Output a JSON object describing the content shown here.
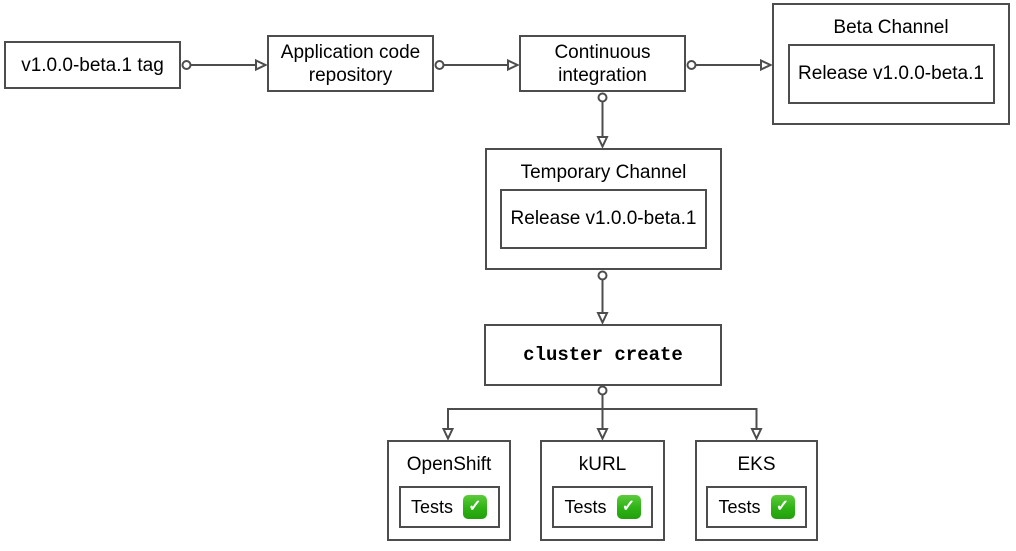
{
  "canvas": {
    "background_color": "#ffffff",
    "stroke_color": "#4d4d4d",
    "text_color": "#000000"
  },
  "nodes": {
    "tag": {
      "label": "v1.0.0-beta.1 tag"
    },
    "app_repo": {
      "label": "Application code repository"
    },
    "ci": {
      "label": "Continuous integration"
    },
    "beta_channel": {
      "title": "Beta Channel",
      "release_label": "Release v1.0.0-beta.1"
    },
    "temporary_channel": {
      "title": "Temporary Channel",
      "release_label": "Release v1.0.0-beta.1"
    },
    "cluster_create": {
      "label": "cluster create"
    },
    "clusters": [
      {
        "title": "OpenShift",
        "tests_label": "Tests",
        "status": "passed"
      },
      {
        "title": "kURL",
        "tests_label": "Tests",
        "status": "passed"
      },
      {
        "title": "EKS",
        "tests_label": "Tests",
        "status": "passed"
      }
    ]
  },
  "icons": {
    "check_mark_glyph": "✓",
    "check_mark_color": "#2db214"
  }
}
